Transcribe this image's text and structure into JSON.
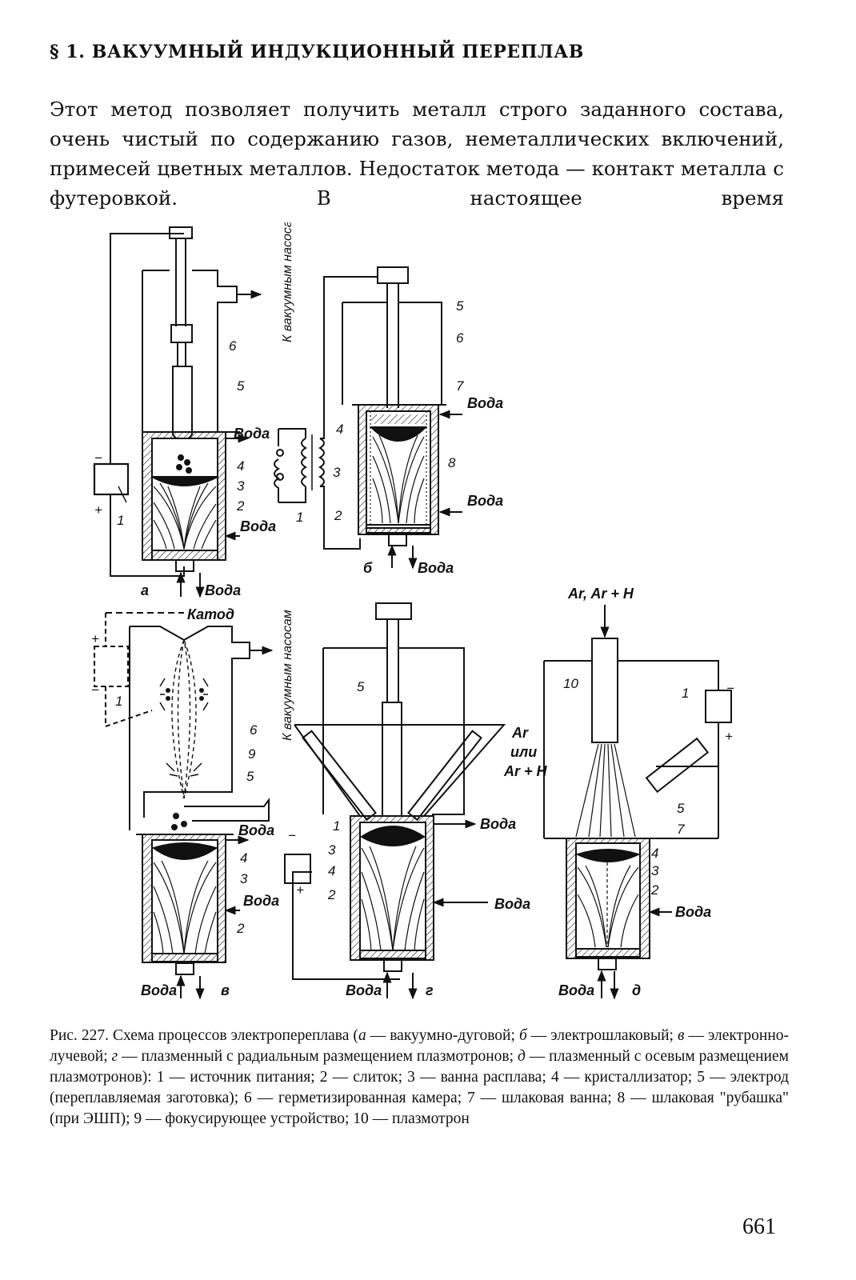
{
  "heading": "§ 1. ВАКУУМНЫЙ ИНДУКЦИОННЫЙ ПЕРЕПЛАВ",
  "body_text": "Этот метод позволяет получить металл строго заданного состава, очень чистый по содержанию газов, неметаллических включений, примесей цветных металлов. Недостаток метода — контакт металла с футеровкой. В настоящее время",
  "figure": {
    "to_vacuum_pumps_a": "К вакуумным насосам",
    "to_vacuum_pumps_v": "К вакуумным насосам",
    "water": "Вода",
    "cathode": "Катод",
    "ar_or_arh_top": "Ar, Ar + H",
    "ar_line1": "Ar",
    "ar_line2": "или",
    "ar_line3": "Ar + H",
    "minus": "−",
    "plus": "+",
    "panel_a": "а",
    "panel_b": "б",
    "panel_v": "в",
    "panel_g": "г",
    "panel_d": "д",
    "n1": "1",
    "n2": "2",
    "n3": "3",
    "n4": "4",
    "n5": "5",
    "n6": "6",
    "n7": "7",
    "n8": "8",
    "n9": "9",
    "n10": "10"
  },
  "caption": {
    "fig_label": "Рис. 227.",
    "title": "Схема процессов электропереплава (",
    "a": "а",
    "a_text": " — вакуумно-дуговой; ",
    "b": "б",
    "b_text": " — электрошлаковый; ",
    "v": "в",
    "v_text": " — электронно-лучевой; ",
    "g": "г",
    "g_text": " — плазменный с радиальным размещением плазмотронов; ",
    "d": "д",
    "d_text": " — плазменный с осевым размещением плазмотронов):",
    "legend": "1 — источник питания; 2 — слиток; 3 — ванна расплава; 4 — кристаллизатор; 5 — электрод (переплавляемая заготовка); 6 — герметизированная камера; 7 — шлаковая ванна; 8 — шлаковая \"рубашка\" (при ЭШП); 9 — фокусирующее устройство; 10 — плазмотрон"
  },
  "page_number": "661"
}
